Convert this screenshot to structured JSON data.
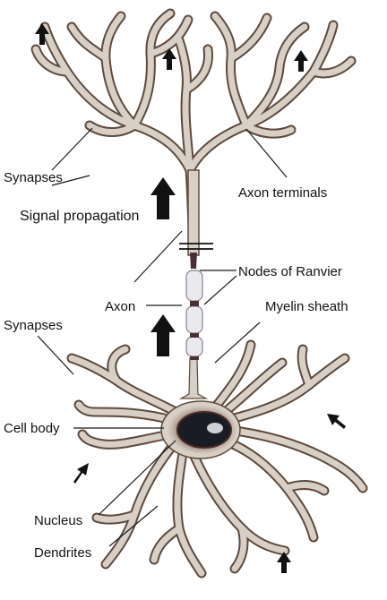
{
  "labels": {
    "synapses_top": "Synapses",
    "axon_terminals": "Axon terminals",
    "signal_propagation": "Signal propagation",
    "nodes_of_ranvier": "Nodes of Ranvier",
    "axon": "Axon",
    "myelin_sheath": "Myelin sheath",
    "synapses_bottom": "Synapses",
    "cell_body": "Cell body",
    "nucleus": "Nucleus",
    "dendrites": "Dendrites"
  },
  "colors": {
    "membrane_fill": "#d8cfc6",
    "membrane_outline": "#5e4a3c",
    "myelin": "#ece9ee",
    "node_dark": "#4a2f34",
    "nucleus": "#1a1c25",
    "soma_dark": "#4a2a22",
    "arrow": "#111111"
  }
}
